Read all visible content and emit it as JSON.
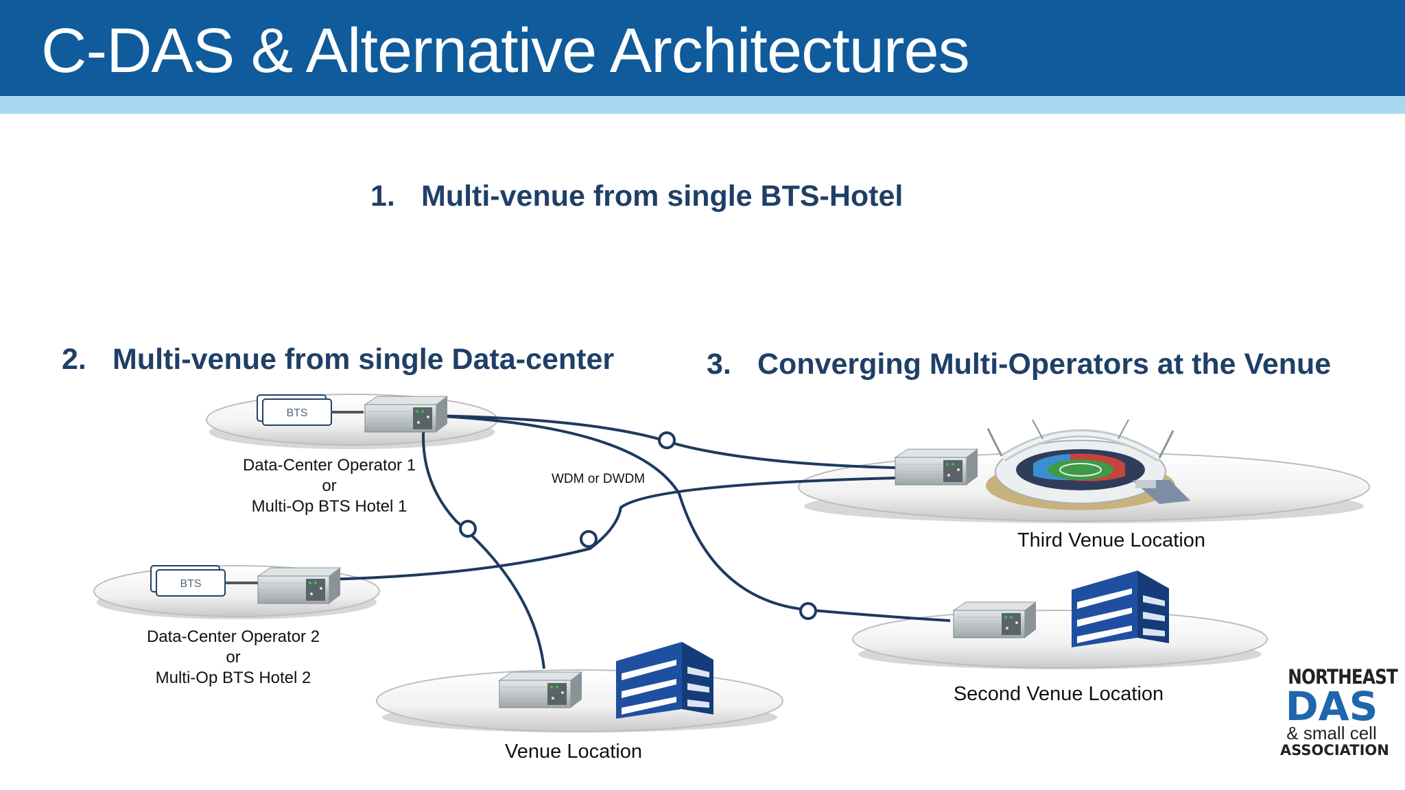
{
  "slide": {
    "title": "C-DAS & Alternative Architectures"
  },
  "headings": [
    {
      "num": "1.",
      "text": "Multi-venue from single BTS-Hotel"
    },
    {
      "num": "2.",
      "text": "Multi-venue from single Data-center"
    },
    {
      "num": "3.",
      "text": "Converging Multi-Operators at the Venue"
    }
  ],
  "operators": [
    {
      "bts": "BTS",
      "line1": "Data-Center Operator 1",
      "line2": "or",
      "line3": "Multi-Op BTS Hotel 1"
    },
    {
      "bts": "BTS",
      "line1": "Data-Center Operator 2",
      "line2": "or",
      "line3": "Multi-Op BTS Hotel 2"
    }
  ],
  "link_label": "WDM or DWDM",
  "venues": {
    "third": "Third Venue Location",
    "second": "Second Venue Location",
    "venue": "Venue Location"
  },
  "logo": {
    "line1": "NORTHEAST",
    "line2": "DAS",
    "line3": "& small cell",
    "line4": "ASSOCIATION"
  },
  "colors": {
    "banner": "#0f5b9c",
    "stripe": "#a8d8f4",
    "heading": "#1f3f66",
    "fiber": "#1d3a5e",
    "building": "#1f4fa0"
  }
}
